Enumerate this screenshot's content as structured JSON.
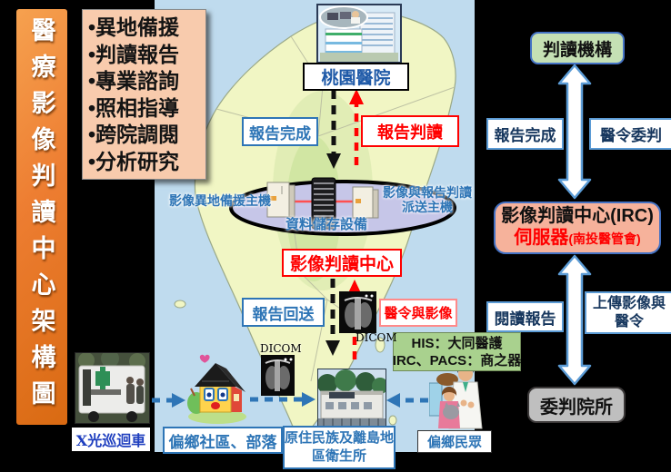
{
  "colors": {
    "background": "#000000",
    "banner_orange": "#ED7D31",
    "services_bg": "#F8CBAD",
    "sea_blue": "#BFDBEE",
    "land_yellow": "#F1F6C4",
    "platform_lavender": "#C6C6E8",
    "label_blue": "#2E75B6",
    "alert_red": "#FF0000",
    "reading_org_green": "#C5E0B4",
    "his_green": "#A9D18E",
    "irc_salmon": "#F6B29B",
    "delegated_gray": "#BFBFBF",
    "block_arrow_outline": "#5B9BD5"
  },
  "banner": {
    "title": "醫療影像判讀中心架構圖"
  },
  "services": {
    "items": [
      "•異地備援",
      "•判讀報告",
      "•專業諮詢",
      "•照相指導",
      "•跨院調閱",
      "•分析研究"
    ]
  },
  "hospital": {
    "name": "桃園醫院"
  },
  "flows": {
    "report_done": "報告完成",
    "report_read": "報告判讀",
    "report_return": "報告回送",
    "order_and_image": "醫令與影像",
    "dicom": "DICOM"
  },
  "datacenter": {
    "backup_host": "影像異地備援主機",
    "storage": "資料儲存設備",
    "dispatch_line1": "影像與報告判讀",
    "dispatch_line2": "派送主機",
    "center_label": "影像判讀中心"
  },
  "vendors": {
    "line1": "HIS：大同醫護",
    "line2": "IRC、PACS：商之器"
  },
  "bottom": {
    "xray_van": "X光巡迴車",
    "community": "偏鄉社區、部落",
    "clinic_line1": "原住民族及離島地",
    "clinic_line2": "區衛生所",
    "people": "偏鄉民眾"
  },
  "right_panel": {
    "reading_org": "判讀機構",
    "report_done": "報告完成",
    "order_delegate": "醫令委判",
    "irc_line1": "影像判讀中心(IRC)",
    "irc_server": "伺服器",
    "irc_server_note": "(南投醫管會)",
    "read_report": "閱讀報告",
    "upload_line1": "上傳影像與",
    "upload_line2": "醫令",
    "delegated_org": "委判院所"
  }
}
